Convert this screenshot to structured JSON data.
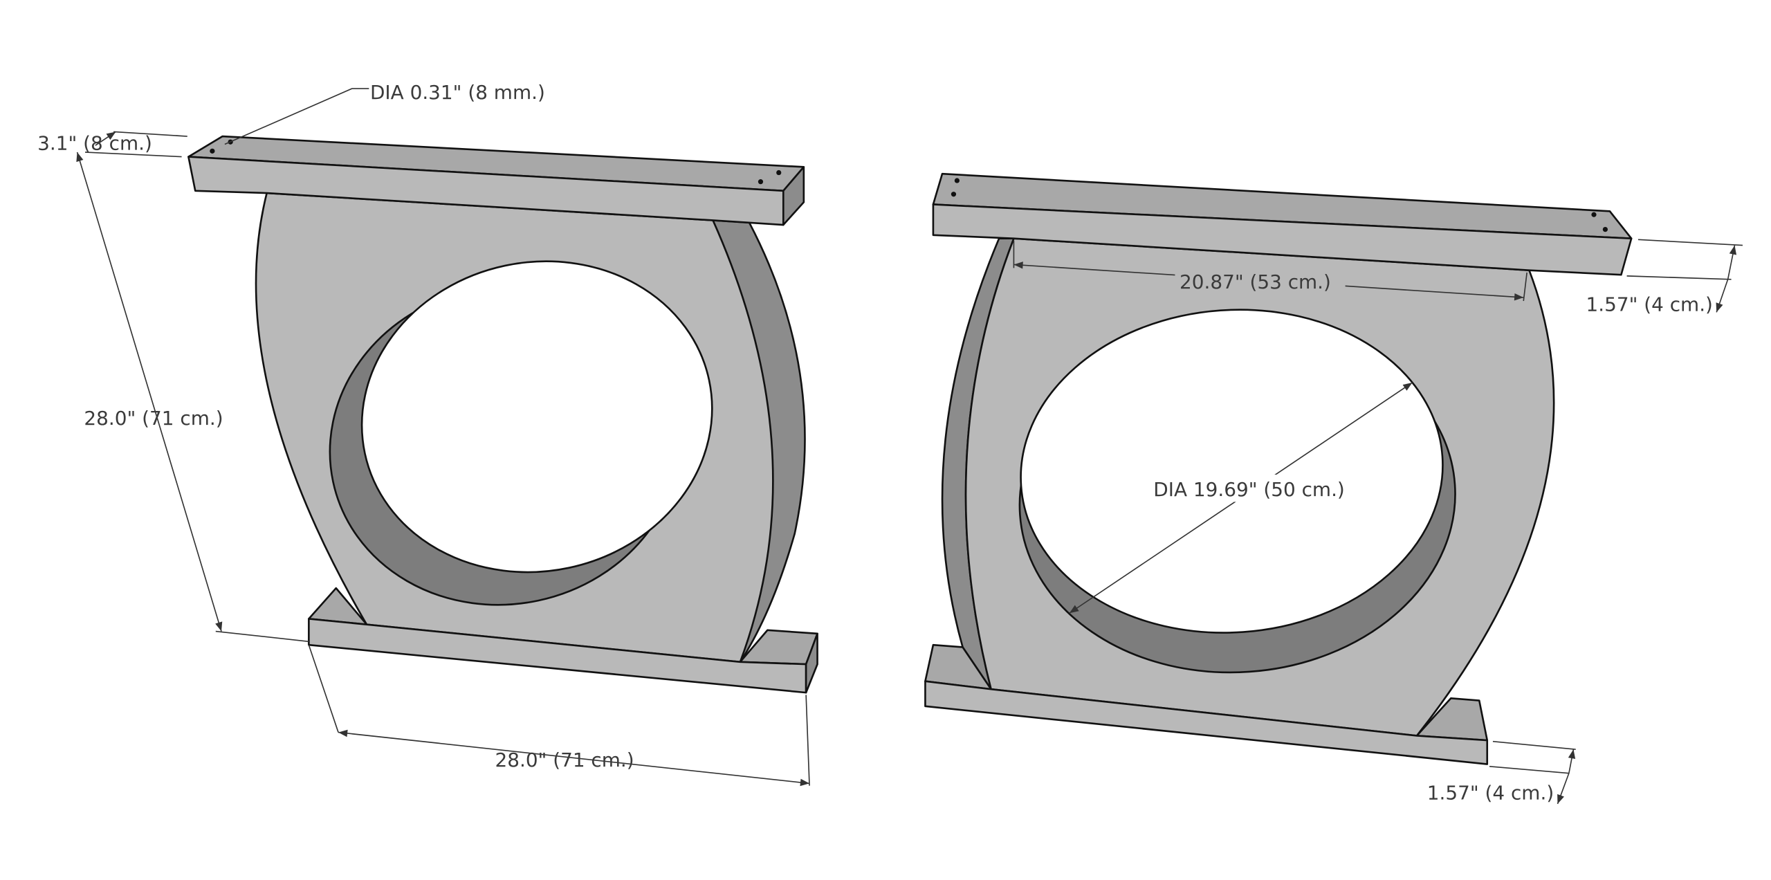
{
  "labels": {
    "hole_dia": "DIA 0.31\" (8 mm.)",
    "beam_width": "3.1\" (8 cm.)",
    "height": "28.0\" (71 cm.)",
    "width": "28.0\" (71 cm.)",
    "inner_span": "20.87\" (53 cm.)",
    "beam_thickness": "1.57\" (4 cm.)",
    "circle_dia": "DIA 19.69\" (50 cm.)",
    "foot_thickness": "1.57\" (4 cm.)"
  },
  "colors": {
    "face": "#b9b9b9",
    "top": "#a8a8a8",
    "side": "#8c8c8c",
    "hole_depth": "#7d7d7d"
  }
}
